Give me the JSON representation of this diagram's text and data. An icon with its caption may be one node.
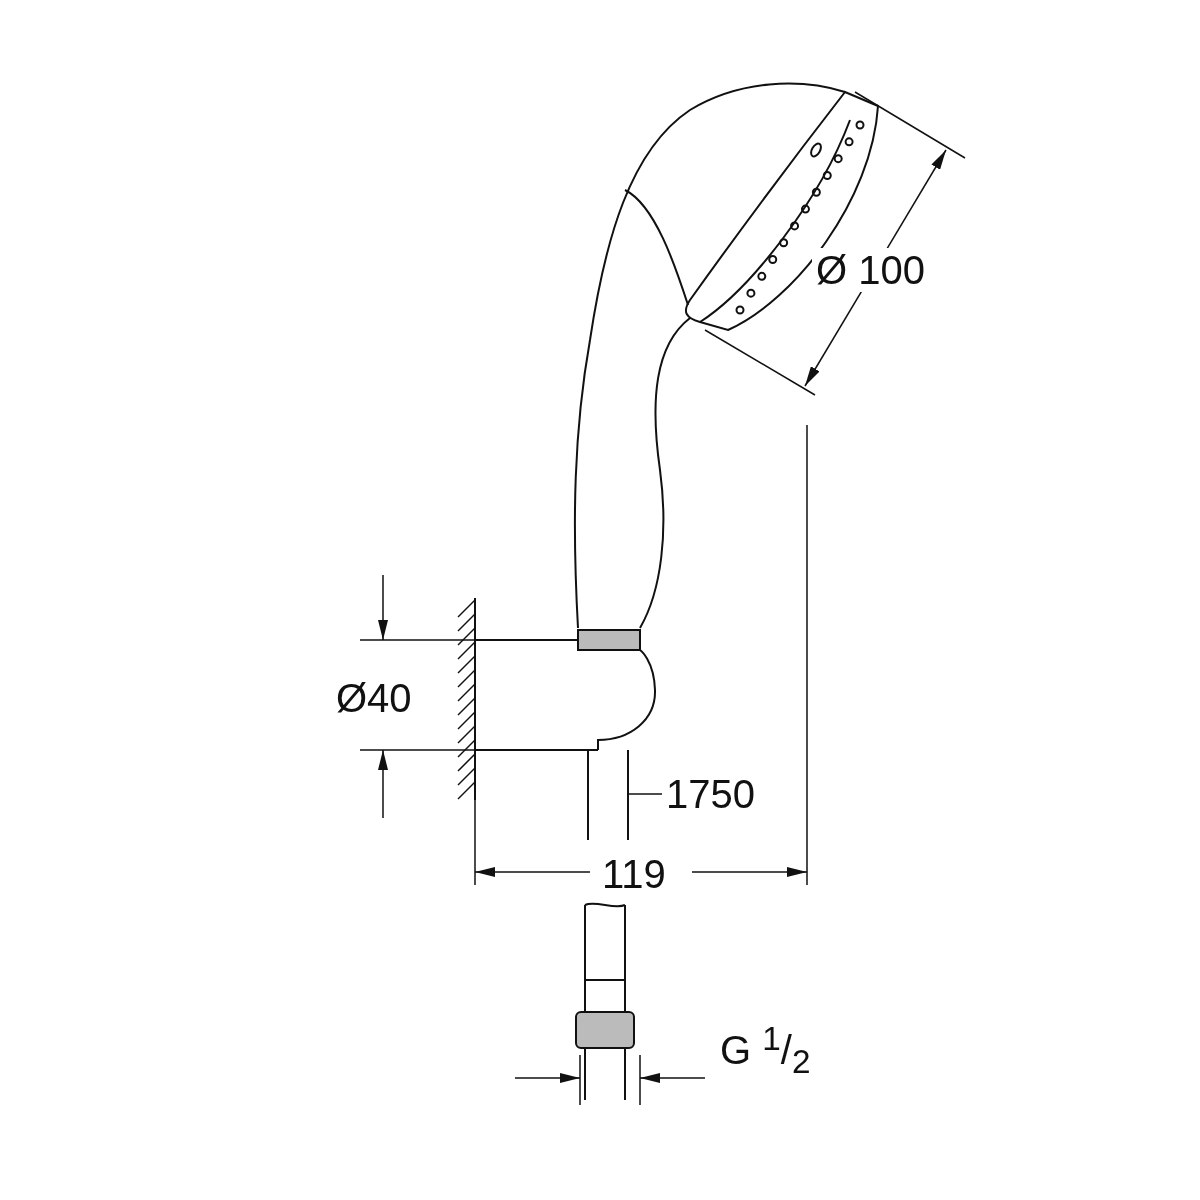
{
  "diagram": {
    "nodes": [
      {
        "text": [
          "1750"
        ]
      },
      {
        "text": [],
        "shape": "picture"
      }
    ],
    "edges": [
      {
        "from": 0,
        "to": 1,
        "arrow": "none"
      }
    ],
    "labels": [
      "Ø 100",
      "Ø40",
      "119",
      "G $^{1}$/$_{2}$"
    ]
  }
}
